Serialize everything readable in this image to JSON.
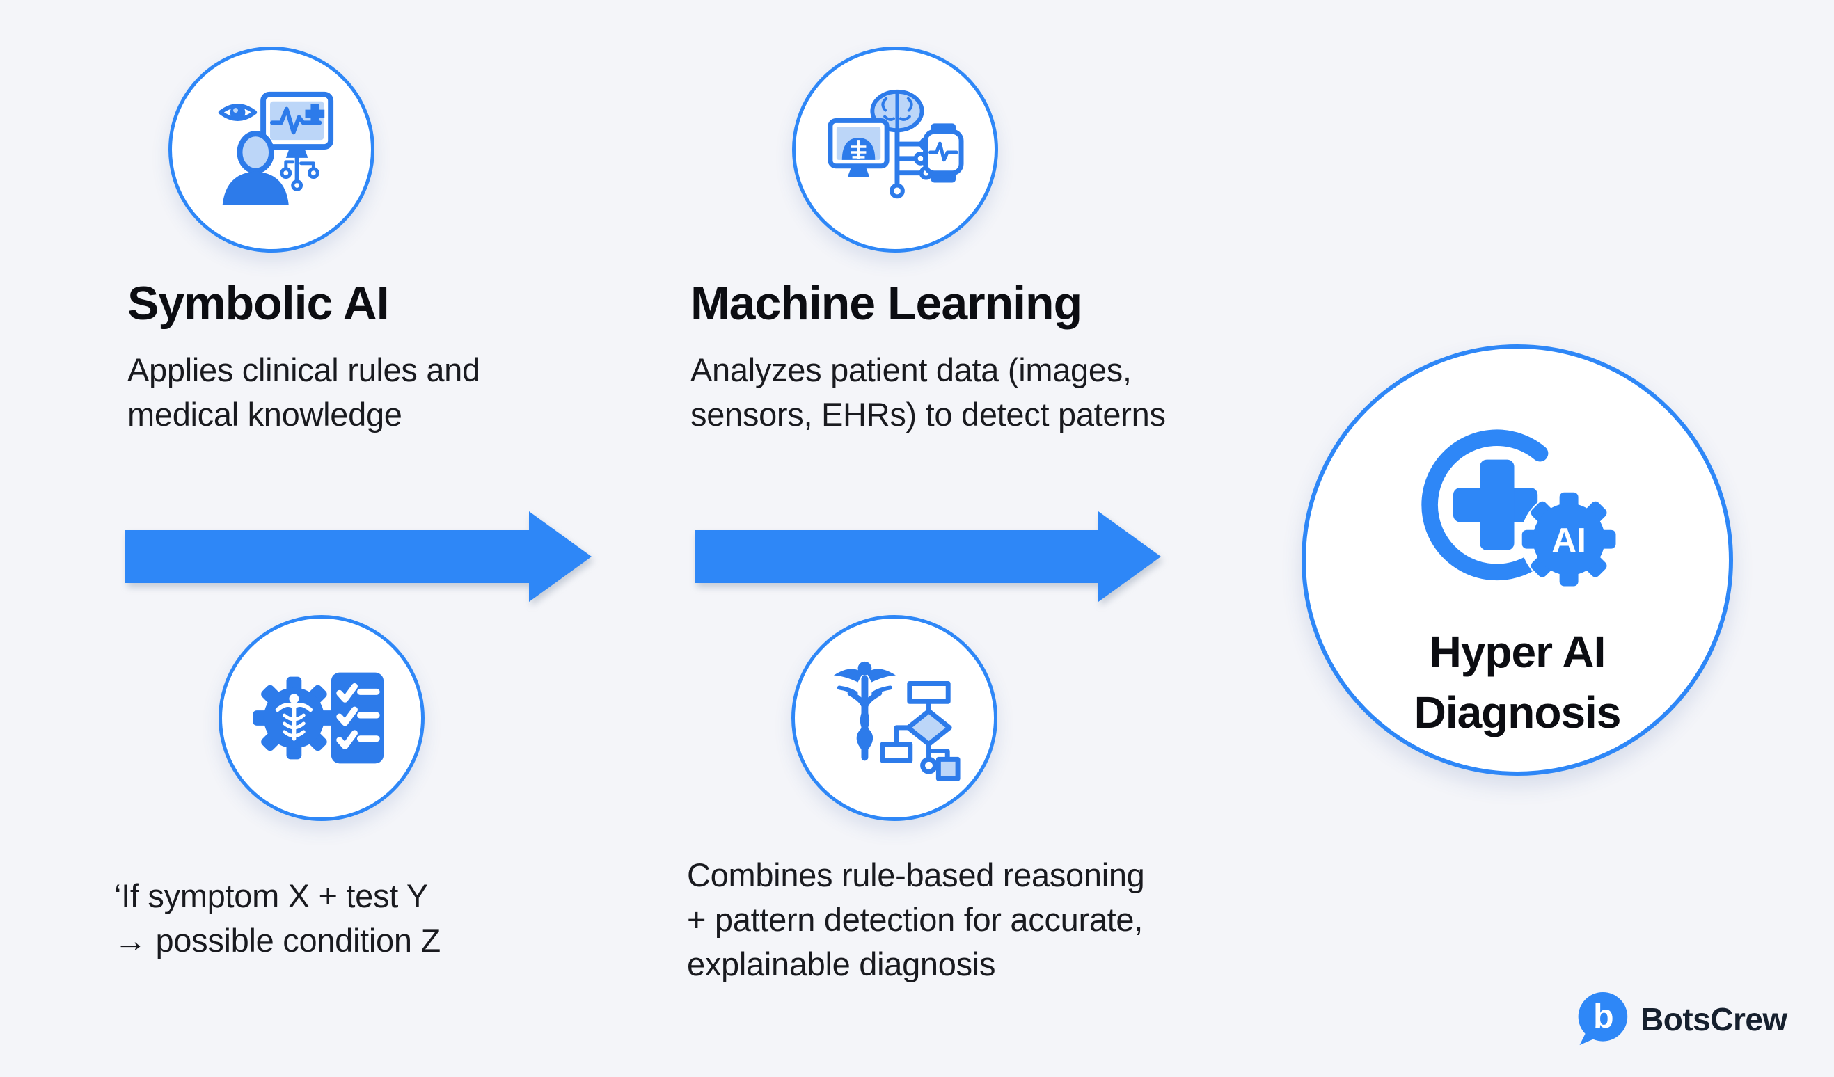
{
  "stages": [
    {
      "title": "Symbolic AI",
      "description": "Applies clinical rules and\nmedical knowledge",
      "example": "‘If symptom X + test Y\n→ possible condition Z",
      "icon": "clinician-monitor-icon"
    },
    {
      "title": "Machine Learning",
      "description": "Analyzes patient data (images,\nsensors, EHRs) to detect paterns",
      "example": "Combines rule-based reasoning\n+ pattern detection for accurate,\nexplainable diagnosis",
      "icon": "brain-xray-smartwatch-icon"
    }
  ],
  "result": {
    "title": "Hyper AI\nDiagnosis",
    "badge": "AI",
    "icon": "medical-cross-ai-gear-icon"
  },
  "footer": {
    "brand": "BotsCrew",
    "logo_letter": "b"
  },
  "colors": {
    "background": "#F4F5F9",
    "accent_blue": "#2E87F7",
    "icon_blue": "#2D7BEA",
    "icon_light_blue": "#BCD6F8",
    "heading_text": "#0C0D12",
    "body_text": "#191A1F",
    "brand_navy": "#16202E"
  }
}
